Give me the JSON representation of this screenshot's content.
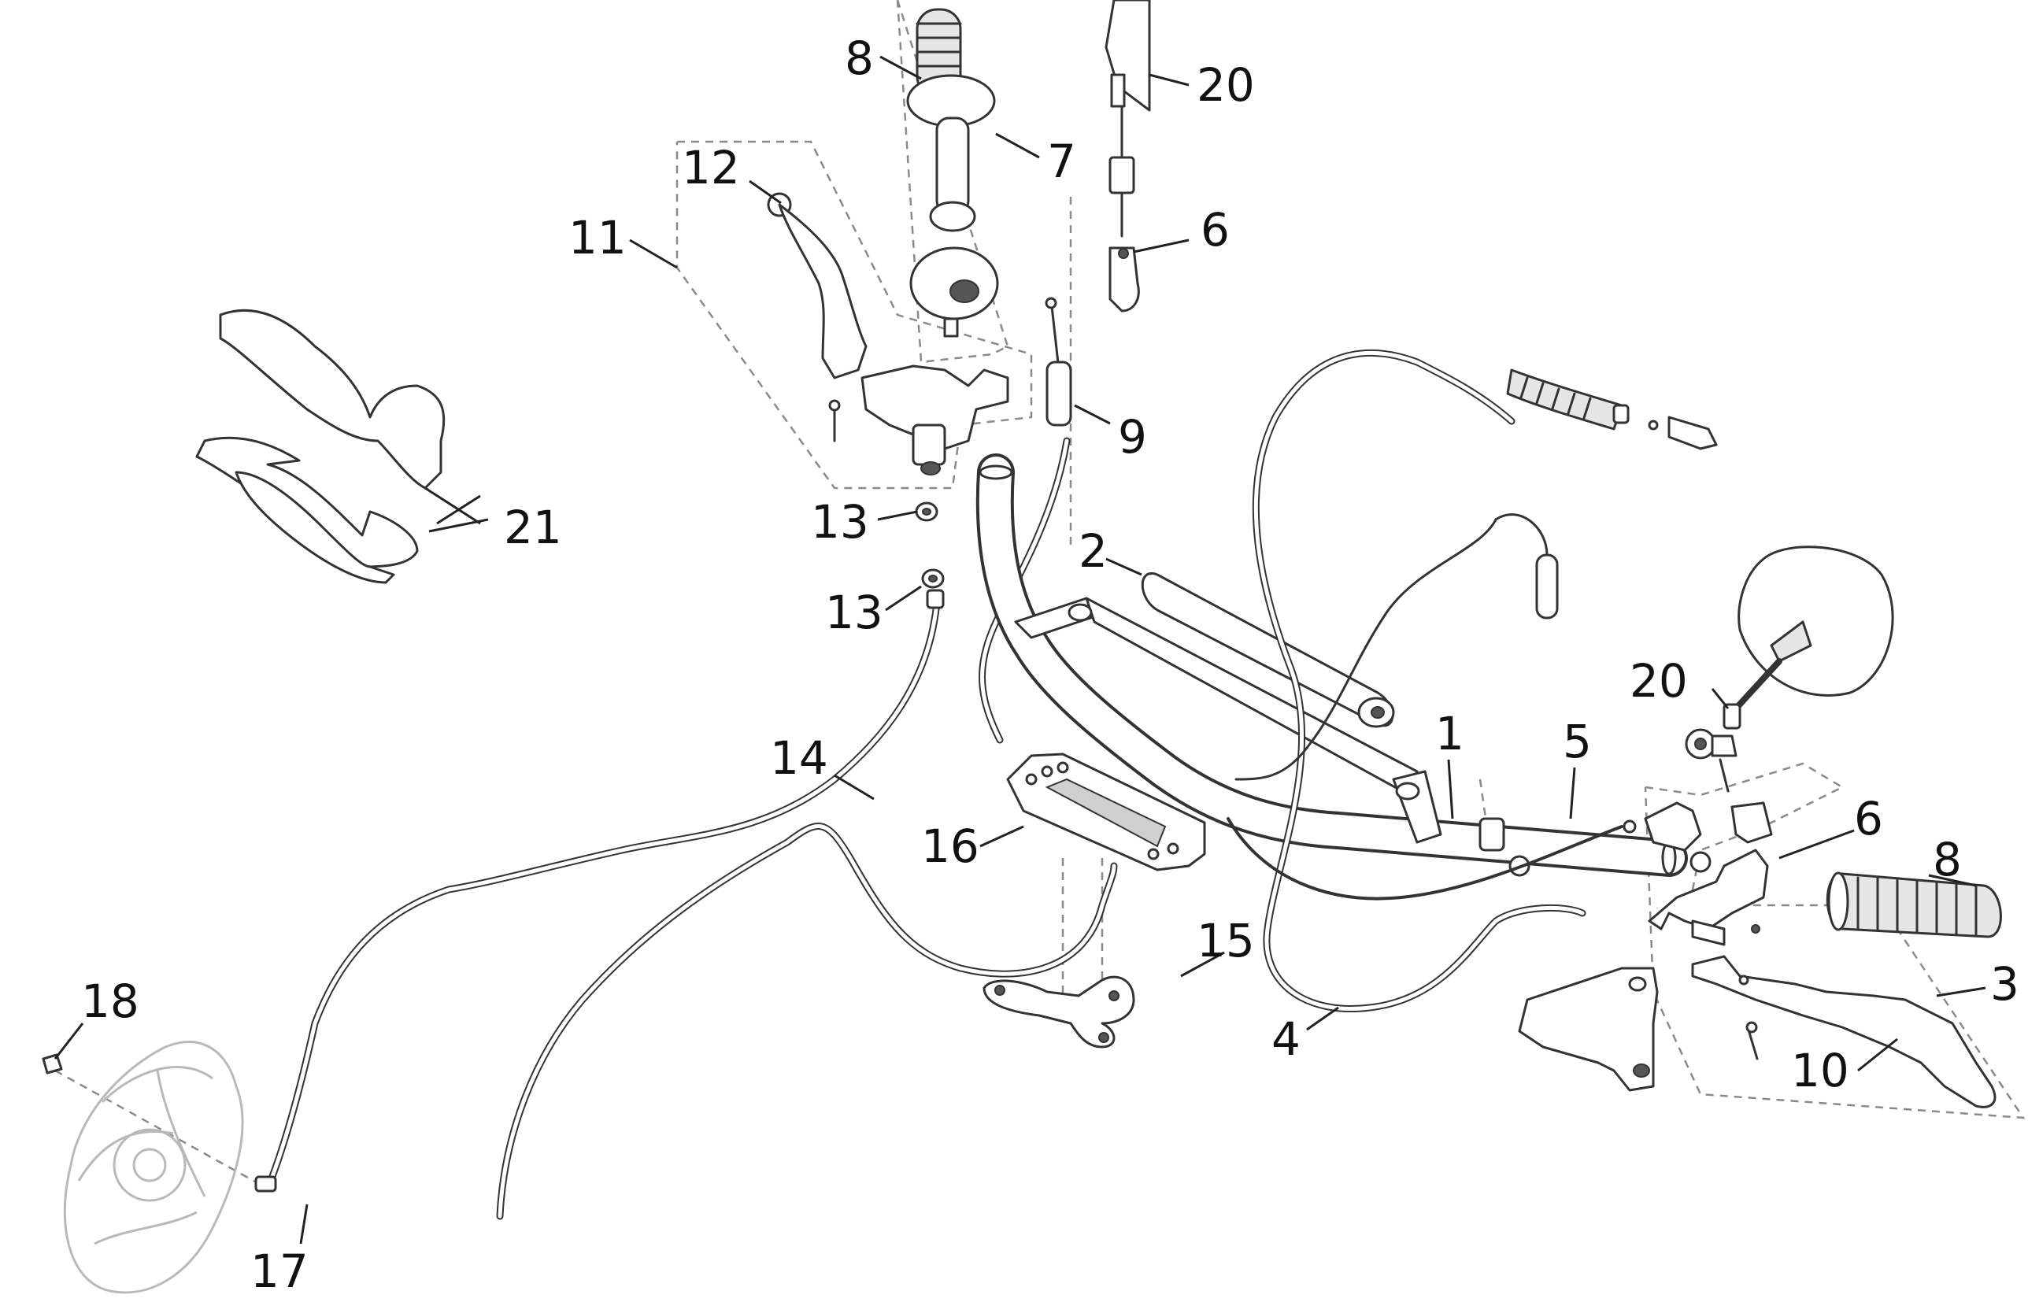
{
  "callouts": {
    "c1": "1",
    "c2": "2",
    "c3": "3",
    "c4": "4",
    "c5": "5",
    "c6a": "6",
    "c6b": "6",
    "c7": "7",
    "c8a": "8",
    "c8b": "8",
    "c9": "9",
    "c10": "10",
    "c11": "11",
    "c12": "12",
    "c13a": "13",
    "c13b": "13",
    "c14": "14",
    "c15": "15",
    "c16": "16",
    "c17": "17",
    "c18": "18",
    "c20a": "20",
    "c20b": "20",
    "c21": "21"
  },
  "colors": {
    "line": "#333333",
    "background": "#ffffff",
    "display_screen": "#cfcfcf"
  }
}
